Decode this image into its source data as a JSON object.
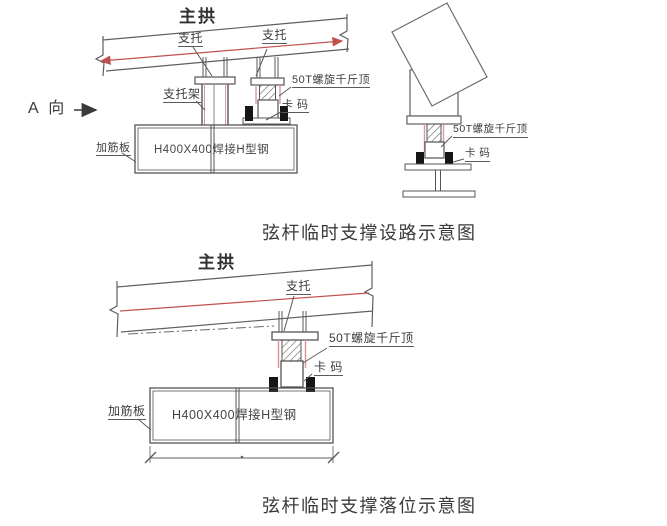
{
  "page": {
    "background": "#ffffff"
  },
  "colors": {
    "line": "#5f5f5f",
    "red_axis": "#c0504d",
    "pink_edge": "#d89a9a",
    "clamp_black": "#161616",
    "text": "#3c3c3c"
  },
  "diagram1": {
    "caption": "弦杆临时支撑设路示意图",
    "labels": {
      "main_arch": "主拱",
      "support1": "支托",
      "support2": "支托",
      "support_frame": "支托架",
      "jack": "50T螺旋千斤顶",
      "clamp": "卡 码",
      "stiffener": "加筋板",
      "beam": "H400X400焊接H型钢",
      "view_direction": "A 向"
    },
    "side_view": {
      "jack": "50T螺旋千斤顶",
      "clamp": "卡 码"
    }
  },
  "diagram2": {
    "caption": "弦杆临时支撑落位示意图",
    "labels": {
      "main_arch": "主拱",
      "support": "支托",
      "jack": "50T螺旋千斤顶",
      "clamp": "卡 码",
      "stiffener": "加筋板",
      "beam": "H400X400焊接H型钢"
    }
  }
}
